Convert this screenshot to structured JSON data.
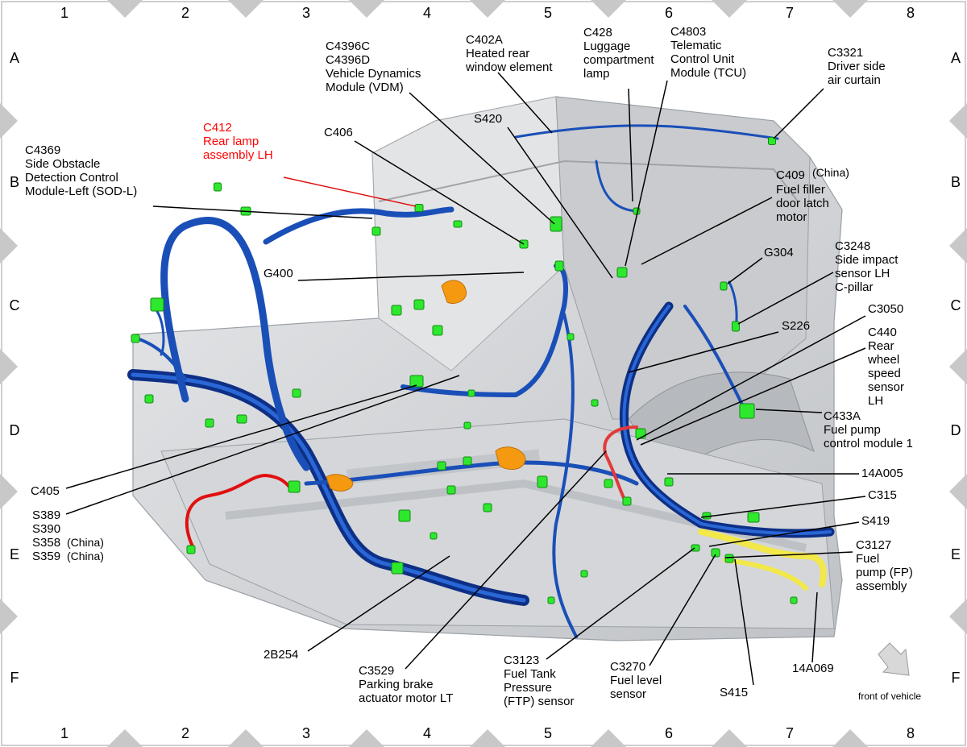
{
  "grid": {
    "columns": [
      "1",
      "2",
      "3",
      "4",
      "5",
      "6",
      "7",
      "8"
    ],
    "rows": [
      "A",
      "B",
      "C",
      "D",
      "E",
      "F"
    ]
  },
  "colors": {
    "harness_blue": "#1a4fb8",
    "harness_dark": "#0e2f86",
    "connector_green": "#2ee82e",
    "highlight_red": "#e01010",
    "fuel_yellow": "#f2e84a",
    "orange_part": "#f59a10",
    "body_grey": "#d7d9dc",
    "text_red": "#ff0000"
  },
  "callouts": {
    "c4369": "C4369\nSide Obstacle\nDetection Control\nModule-Left (SOD-L)",
    "c412": "C412\nRear lamp\nassembly LH",
    "c406": "C406",
    "c4396": "C4396C\nC4396D\nVehicle Dynamics\nModule (VDM)",
    "s420": "S420",
    "c402a": "C402A\nHeated rear\nwindow element",
    "c428": "C428\nLuggage\ncompartment\nlamp",
    "c4803": "C4803\nTelematic\nControl Unit\nModule (TCU)",
    "c3321": "C3321\nDriver side\nair curtain",
    "c409": "C409",
    "c409_china": "(China)",
    "c409_desc": "Fuel filler\ndoor latch\nmotor",
    "g304": "G304",
    "c3248": "C3248\nSide impact\nsensor LH\nC-pillar",
    "g400": "G400",
    "c3050": "C3050",
    "s226": "S226",
    "c440": "C440\nRear\nwheel\nspeed\nsensor\nLH",
    "c433a": "C433A\nFuel pump\ncontrol module 1",
    "c405": "C405",
    "s389": "S389\nS390\nS358\nS359",
    "s358_china": "(China)",
    "s359_china": "(China)",
    "a14a005": "14A005",
    "c315": "C315",
    "s419": "S419",
    "c3127": "C3127\nFuel\npump (FP)\nassembly",
    "b2b254": "2B254",
    "c3529": "C3529\nParking brake\nactuator motor LT",
    "c3123": "C3123\nFuel Tank\nPressure\n(FTP) sensor",
    "c3270": "C3270\nFuel level\nsensor",
    "s415": "S415",
    "a14a069": "14A069"
  },
  "front_label": "front of vehicle"
}
